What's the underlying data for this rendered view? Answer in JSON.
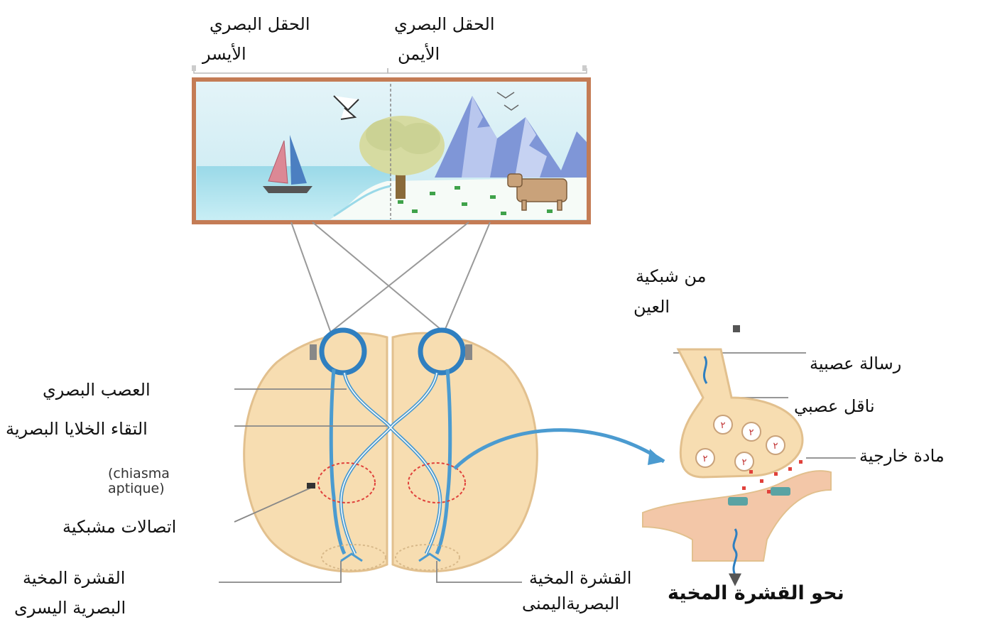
{
  "labels": {
    "left_field_1": "الحقل البصري",
    "left_field_2": "الأيسر",
    "right_field_1": "الحقل البصري",
    "right_field_2": "الأيمن",
    "optic_nerve": "العصب البصري",
    "chiasm_ar": "التقاء الخلايا البصرية",
    "chiasm_fr_1": "(chiasma",
    "chiasm_fr_2": "aptique)",
    "synaptic": "اتصالات مشبكية",
    "left_cortex_1": "القشرة المخية",
    "left_cortex_2": "البصرية اليسرى",
    "right_cortex_1": "القشرة المخية",
    "right_cortex_2": "البصريةاليمنى",
    "from_retina_1": "من شبكية",
    "from_retina_2": "العين",
    "nerve_message": "رسالة عصبية",
    "neurotransmitter": "ناقل عصبي",
    "external_substance": "مادة خارجية",
    "to_cortex": "نحو القشرة المخية"
  },
  "vesicle_glyph": "٢",
  "colors": {
    "frame": "#c47c55",
    "brain_fill": "#f7ddb1",
    "brain_edge": "#e2c08e",
    "pathway": "#4b9bd0",
    "red_dash": "#e0413b",
    "arrow_blue": "#4b9bd0",
    "sky": "#d8f0f6",
    "sea": "#9fdcea",
    "mountain": "#7f96d7"
  }
}
